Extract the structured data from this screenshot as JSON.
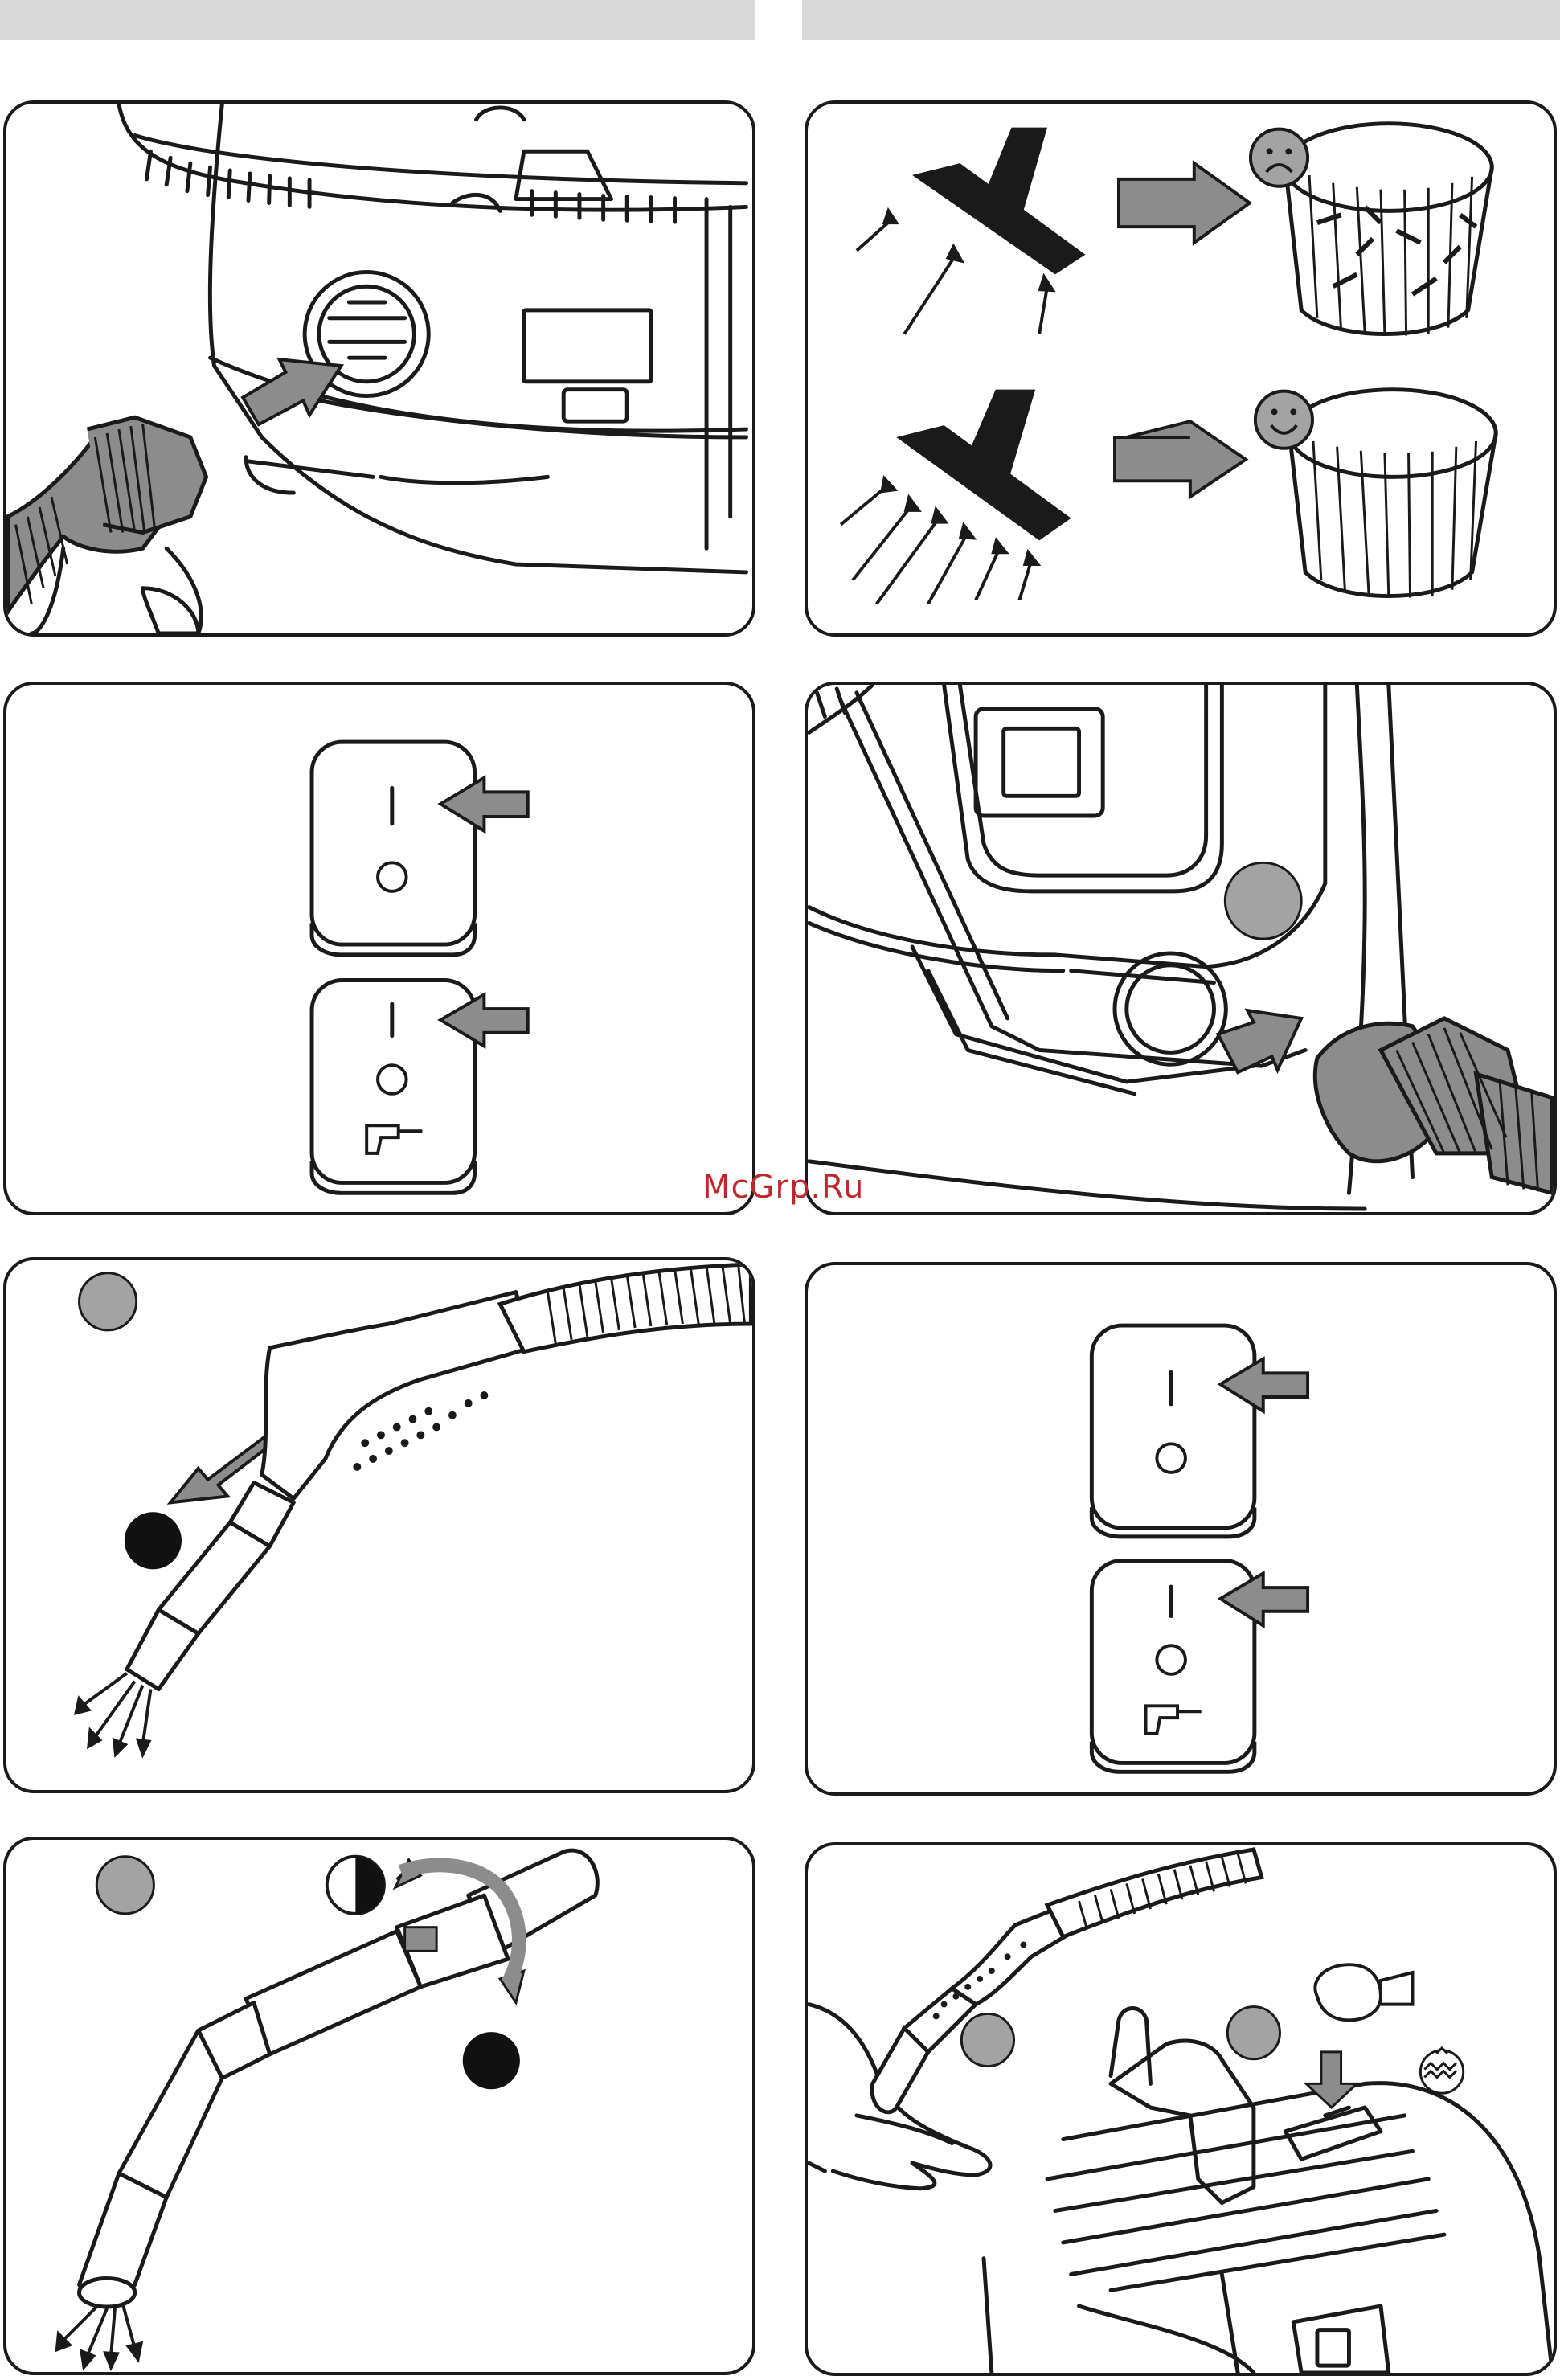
{
  "page": {
    "watermark": "McGrp.Ru"
  },
  "colors": {
    "line": "#1a1a1a",
    "arrow_fill": "#8c8c8c",
    "gray_dot": "#a3a3a3",
    "black_dot": "#111111",
    "header_bar": "#d9d9da"
  },
  "switch_symbols": {
    "on": "I",
    "off": "O",
    "tool": "power-tool-icon"
  }
}
